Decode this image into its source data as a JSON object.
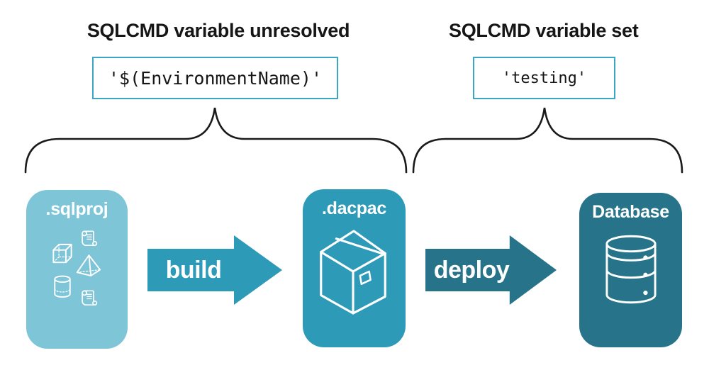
{
  "annotations": {
    "left": {
      "title": "SQLCMD variable unresolved",
      "code": "'$(EnvironmentName)'"
    },
    "right": {
      "title": "SQLCMD variable set",
      "code": "'testing'"
    }
  },
  "pipeline": {
    "stages": [
      {
        "id": "sqlproj",
        "label": ".sqlproj"
      },
      {
        "id": "dacpac",
        "label": ".dacpac"
      },
      {
        "id": "database",
        "label": "Database"
      }
    ],
    "arrows": [
      {
        "label": "build"
      },
      {
        "label": "deploy"
      }
    ]
  },
  "colors": {
    "sqlproj_box": "#7EC5D8",
    "dacpac_box": "#2D9AB8",
    "database_box": "#27748A",
    "build_arrow": "#2D9AB8",
    "deploy_arrow": "#27748A",
    "code_box_border": "#3BA7C5",
    "box_label": "#FFFFFF",
    "text": "#161616",
    "brace": "#1A1A1A"
  }
}
